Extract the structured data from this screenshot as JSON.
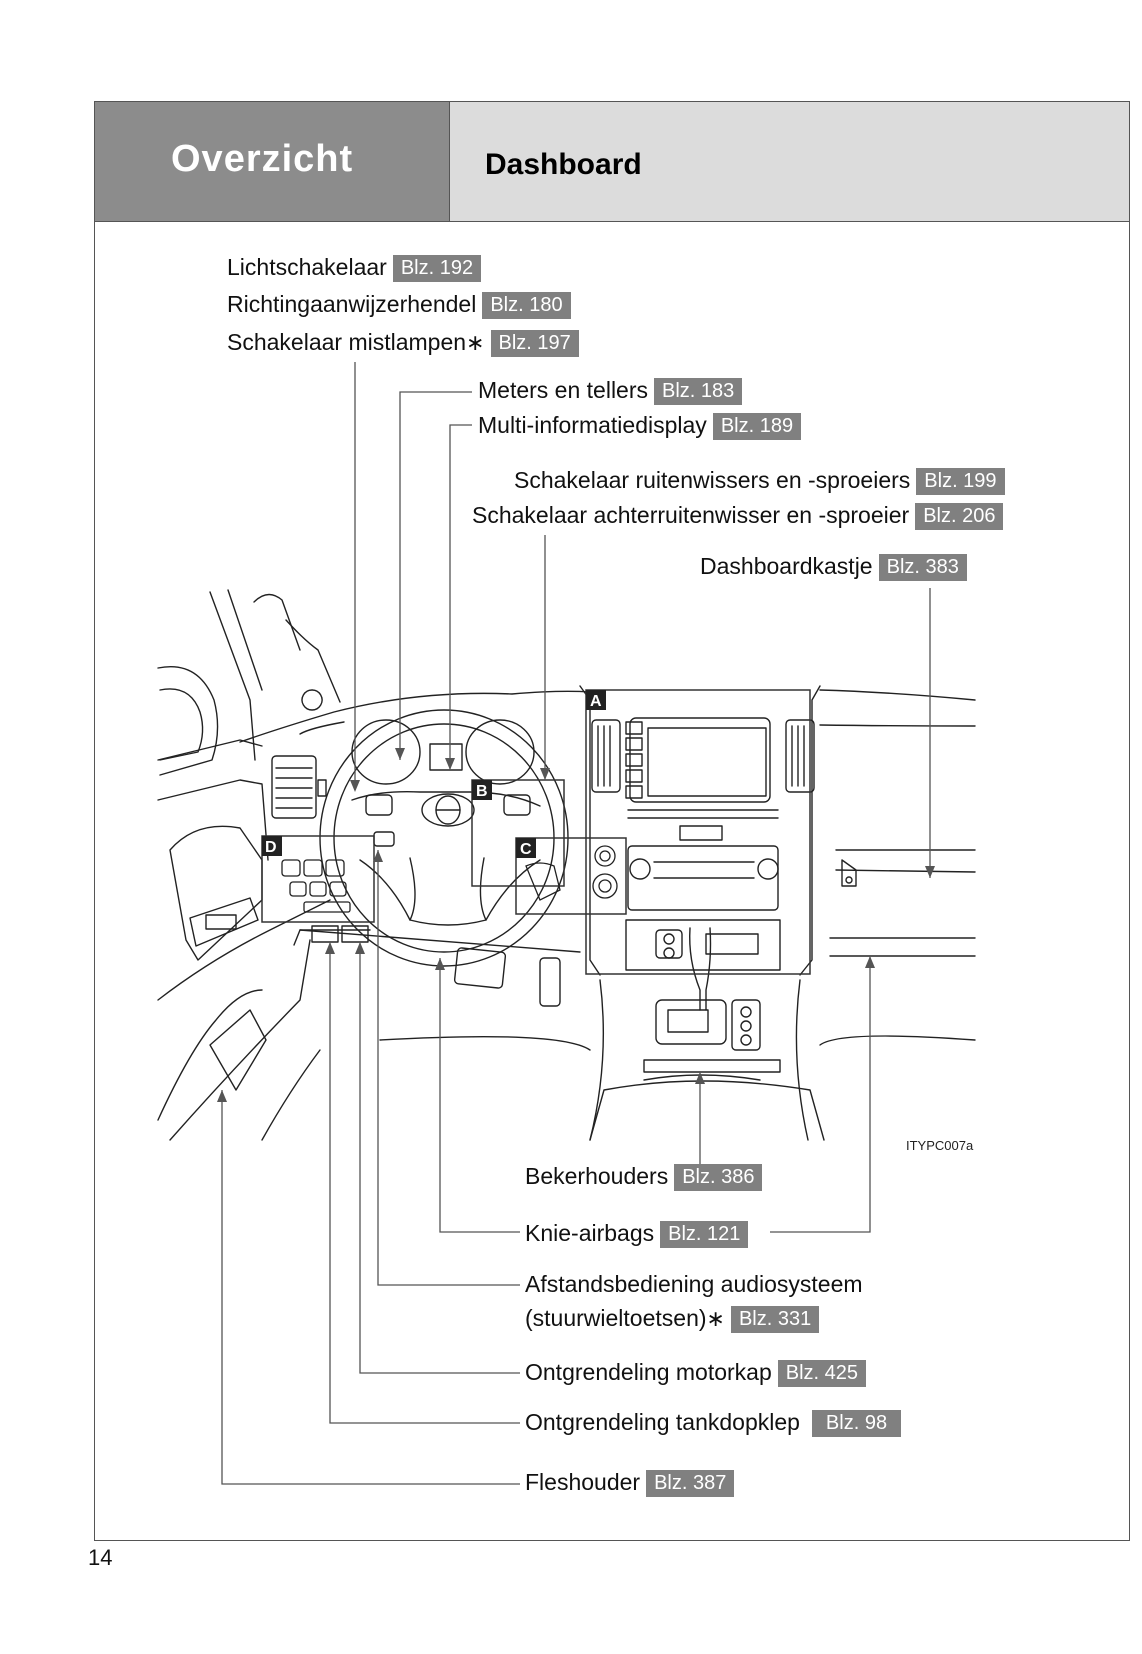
{
  "header": {
    "section": "Overzicht",
    "title": "Dashboard"
  },
  "labels": {
    "lichtschakelaar": {
      "text": "Lichtschakelaar",
      "page": "Blz. 192"
    },
    "richting": {
      "text": "Richtingaanwijzerhendel",
      "page": "Blz. 180"
    },
    "mistlampen": {
      "text": "Schakelaar mistlampen",
      "mark": "∗",
      "page": "Blz. 197"
    },
    "meters": {
      "text": "Meters en tellers",
      "page": "Blz. 183"
    },
    "multi": {
      "text": "Multi-informatiedisplay",
      "page": "Blz. 189"
    },
    "wissers": {
      "text": "Schakelaar ruitenwissers en -sproeiers",
      "page": "Blz. 199"
    },
    "achter": {
      "text": "Schakelaar achterruitenwisser en -sproeier",
      "page": "Blz. 206"
    },
    "kastje": {
      "text": "Dashboardkastje",
      "page": "Blz. 383"
    },
    "beker": {
      "text": "Bekerhouders",
      "page": "Blz. 386"
    },
    "knie": {
      "text": "Knie-airbags",
      "page": "Blz. 121"
    },
    "audio1": {
      "text": "Afstandsbediening audiosysteem"
    },
    "audio2": {
      "text": "(stuurwieltoetsen)",
      "mark": "∗",
      "page": "Blz. 331"
    },
    "motorkap": {
      "text": "Ontgrendeling motorkap",
      "page": "Blz. 425"
    },
    "tank": {
      "text": "Ontgrendeling tankdopklep",
      "page": "Blz. 98"
    },
    "fles": {
      "text": "Fleshouder",
      "page": "Blz. 387"
    }
  },
  "diagram": {
    "markers": [
      "A",
      "B",
      "C",
      "D"
    ],
    "image_code": "ITYPC007a"
  },
  "page_number": "14"
}
